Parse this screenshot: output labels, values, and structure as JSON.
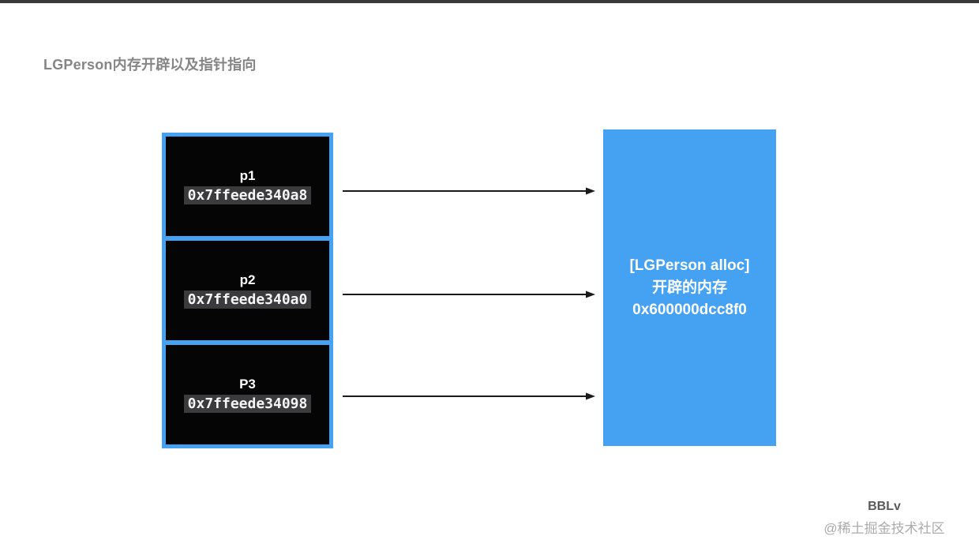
{
  "title": "LGPerson内存开辟以及指针指向",
  "colors": {
    "accent_blue": "#45a1f1",
    "cell_black": "#050505",
    "address_highlight": "#3b3b3d",
    "arrow": "#1a1a1a",
    "title_gray": "#858585"
  },
  "pointer_stack": {
    "cells": [
      {
        "label": "p1",
        "address": "0x7ffeede340a8"
      },
      {
        "label": "p2",
        "address": "0x7ffeede340a0"
      },
      {
        "label": "P3",
        "address": "0x7ffeede34098"
      }
    ]
  },
  "alloc_box": {
    "lines": [
      "[LGPerson alloc]",
      "开辟的内存",
      "0x600000dcc8f0"
    ]
  },
  "watermark": {
    "author": "BBLv",
    "community": "@稀土掘金技术社区"
  }
}
